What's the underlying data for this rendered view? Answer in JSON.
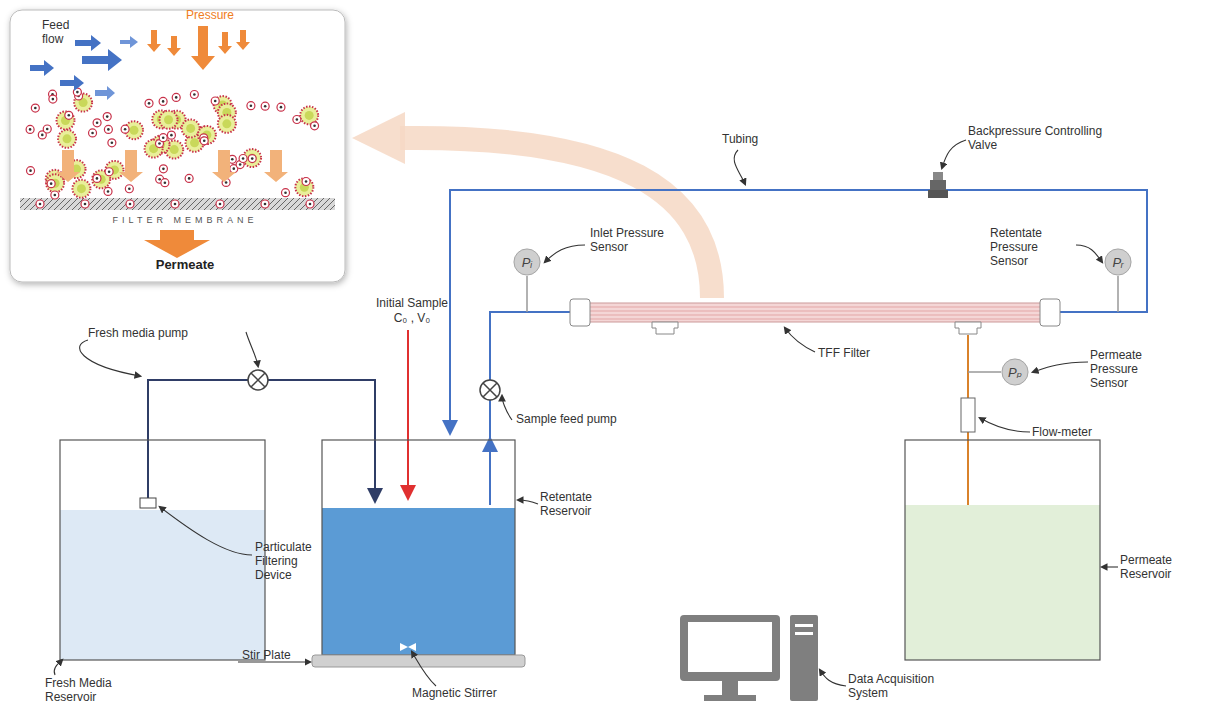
{
  "diagram": {
    "nodes": [
      {
        "text": [
          "Pᵢ"
        ]
      },
      {
        "text": [
          "Pᵣ"
        ]
      },
      {
        "text": [
          "Pₚ"
        ]
      }
    ],
    "labels": [
      "Feed flow",
      "Pressure",
      "FILTER MEMBRANE",
      "Permeate",
      "Tubing",
      "Backpressure Controlling Valve",
      "Inlet Pressure Sensor",
      "Retentate Pressure Sensor",
      "Initial Sample",
      "C₀ , V₀",
      "Fresh media pump",
      "Sample feed pump",
      "TFF Filter",
      "Permeate Pressure Sensor",
      "Flow-meter",
      "Particulate Filtering Device",
      "Retentate Reservoir",
      "Permeate Reservoir",
      "Stir Plate",
      "Magnetic Stirrer",
      "Fresh Media Reservoir",
      "Data Acquisition System"
    ]
  }
}
